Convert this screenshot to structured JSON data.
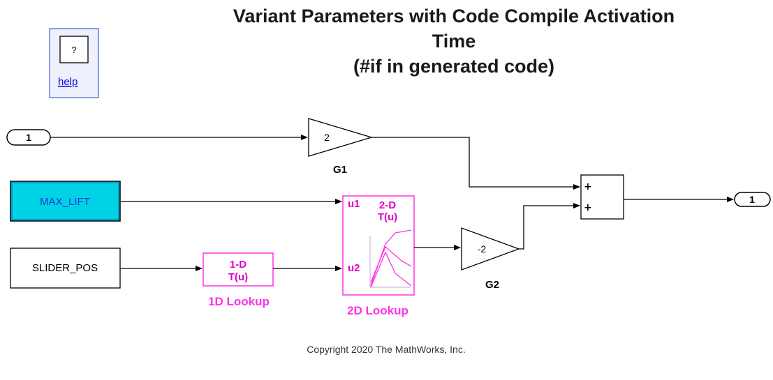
{
  "title": {
    "line1": "Variant Parameters with Code Compile Activation",
    "line2": "Time",
    "line3": "(#if in generated code)"
  },
  "help_block": {
    "glyph": "?",
    "link_label": "help"
  },
  "inport": {
    "number": "1"
  },
  "outport": {
    "number": "1"
  },
  "gain_g1": {
    "value": "2",
    "label": "G1"
  },
  "gain_g2": {
    "value": "-2",
    "label": "G2"
  },
  "constants": {
    "max_lift": {
      "text": "MAX_LIFT",
      "fill": "#00d2e6"
    },
    "slider_pos": {
      "text": "SLIDER_POS"
    }
  },
  "lookup_1d": {
    "line1": "1-D",
    "line2": "T(u)",
    "label": "1D Lookup"
  },
  "lookup_2d": {
    "line1": "2-D",
    "line2": "T(u)",
    "input1": "u1",
    "input2": "u2",
    "label": "2D Lookup"
  },
  "sum_block": {
    "sign1": "+",
    "sign2": "+"
  },
  "copyright": "Copyright 2020 The MathWorks, Inc.",
  "colors": {
    "lookup_accent": "#ff33e6",
    "constant_blue": "#00d2e6",
    "help_border": "#6a7bd8"
  }
}
